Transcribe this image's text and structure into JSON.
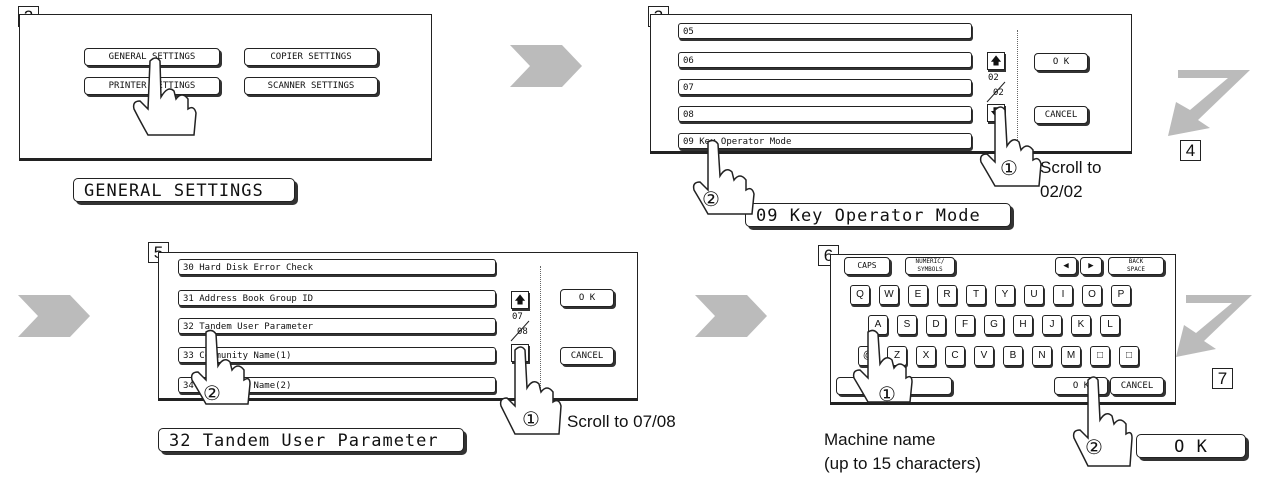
{
  "steps": [
    "2",
    "3",
    "4",
    "5",
    "6",
    "7"
  ],
  "panel2": {
    "buttons": {
      "general": "GENERAL SETTINGS",
      "copier": "COPIER SETTINGS",
      "printer": "PRINTER SETTINGS",
      "scanner": "SCANNER SETTINGS"
    },
    "big_button": "GENERAL SETTINGS"
  },
  "panel3": {
    "rows": [
      "05",
      "06",
      "07",
      "08",
      "09  Key Operator Mode"
    ],
    "page_current": "02",
    "page_total": "02",
    "ok": "O K",
    "cancel": "CANCEL",
    "big_button": "09  Key Operator Mode",
    "caption": [
      "Scroll to",
      "02/02"
    ]
  },
  "panel5": {
    "rows": [
      "30  Hard Disk Error Check",
      "31  Address Book Group ID",
      "32  Tandem User Parameter",
      "33  Community Name(1)",
      "34  Community Name(2)"
    ],
    "page_current": "07",
    "page_total": "08",
    "ok": "O K",
    "cancel": "CANCEL",
    "big_button": "32  Tandem User Parameter",
    "caption": "Scroll to 07/08"
  },
  "panel6": {
    "caps": "CAPS",
    "numeric_symbols": [
      "NUMERIC/",
      "SYMBOLS"
    ],
    "left_arrow": "◀",
    "right_arrow": "▶",
    "back_space": [
      "BACK",
      "SPACE"
    ],
    "row1": [
      "Q",
      "W",
      "E",
      "R",
      "T",
      "Y",
      "U",
      "I",
      "O",
      "P"
    ],
    "row2": [
      "A",
      "S",
      "D",
      "F",
      "G",
      "H",
      "J",
      "K",
      "L"
    ],
    "row3": [
      "@",
      "Z",
      "X",
      "C",
      "V",
      "B",
      "N",
      "M",
      "□",
      "□"
    ],
    "ok": "O K",
    "cancel": "CANCEL",
    "big_button": "O K",
    "caption": [
      "Machine name",
      "(up to 15 characters)"
    ]
  },
  "markers": [
    "①",
    "②"
  ],
  "colors": {
    "arrow": "#bbbbbb",
    "line": "#222222"
  }
}
